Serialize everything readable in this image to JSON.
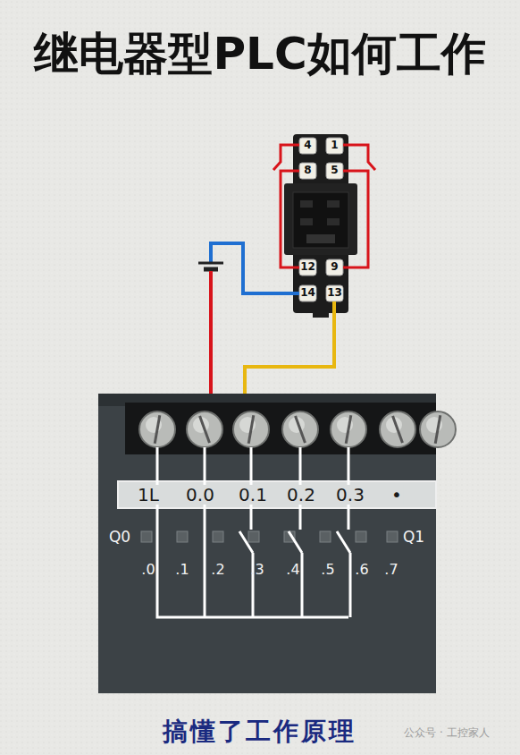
{
  "diagram": {
    "title": "继电器型PLC如何工作",
    "caption": "搞懂了工作原理",
    "labels": [
      "4",
      "1",
      "8",
      "5",
      "12",
      "9",
      "14",
      "13",
      "1L",
      "0.0",
      "0.1",
      "0.2",
      "0.3",
      "•",
      "Q0",
      ".0",
      ".1",
      ".2",
      ".3",
      ".4",
      ".5",
      ".6",
      ".7",
      "Q1",
      "公众号 · 工控家人"
    ]
  }
}
